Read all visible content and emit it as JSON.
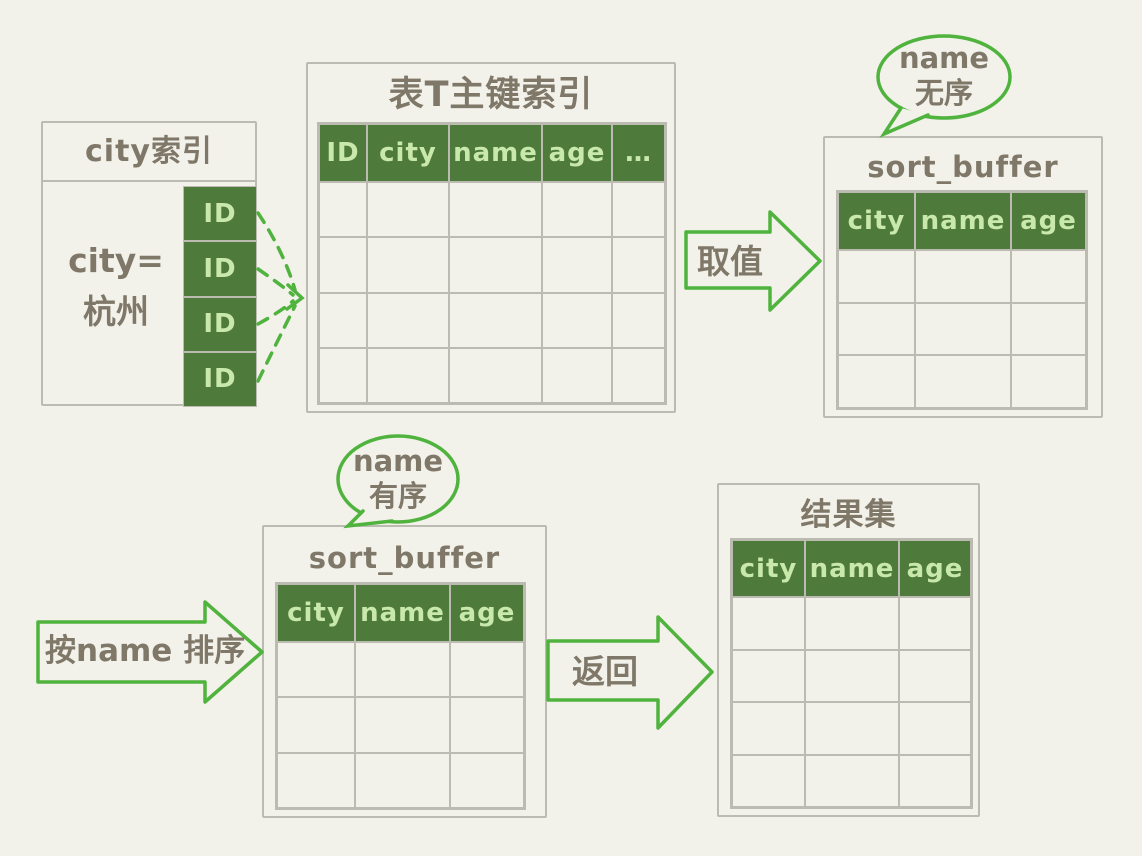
{
  "colors": {
    "background": "#f2f1ea",
    "table_border_gray": "#bcbbb2",
    "header_green": "#4e7b3b",
    "header_text_green": "#c9e8ab",
    "accent_green": "#4fb33d",
    "handwriting_gray": "#7f7869"
  },
  "city_index": {
    "title": "city索引",
    "condition_line1": "city=",
    "condition_line2": "杭州",
    "id_cells": [
      "ID",
      "ID",
      "ID",
      "ID"
    ]
  },
  "primary_index": {
    "title": "表T主键索引",
    "headers": [
      "ID",
      "city",
      "name",
      "age",
      "…"
    ],
    "empty_rows": 4
  },
  "sort_buffer_unordered": {
    "title": "sort_buffer",
    "headers": [
      "city",
      "name",
      "age"
    ],
    "empty_rows": 3,
    "bubble_line1": "name",
    "bubble_line2": "无序"
  },
  "sort_buffer_ordered": {
    "title": "sort_buffer",
    "headers": [
      "city",
      "name",
      "age"
    ],
    "empty_rows": 3,
    "bubble_line1": "name",
    "bubble_line2": "有序"
  },
  "result_set": {
    "title": "结果集",
    "headers": [
      "city",
      "name",
      "age"
    ],
    "empty_rows": 4
  },
  "arrows": {
    "fetch_label": "取值",
    "sort_label": "按name 排序",
    "return_label": "返回"
  }
}
